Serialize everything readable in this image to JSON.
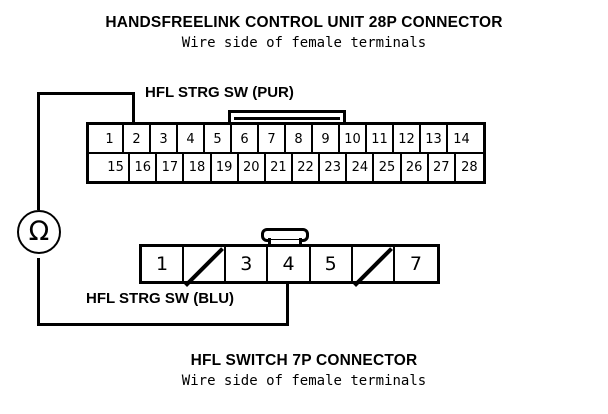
{
  "diagram": {
    "top_title": "HANDSFREELINK CONTROL UNIT 28P CONNECTOR",
    "top_subtitle": "Wire side of female terminals",
    "bottom_title": "HFL SWITCH 7P CONNECTOR",
    "bottom_subtitle": "Wire side of female terminals",
    "stroke_color": "#000000",
    "background_color": "#ffffff"
  },
  "labels": {
    "pur_label": "HFL STRG SW (PUR)",
    "blu_label": "HFL STRG SW (BLU)"
  },
  "meter": {
    "symbol": "Ω",
    "name": "ohmmeter"
  },
  "connector_28p": {
    "name": "HANDSFREELINK CONTROL UNIT 28P CONNECTOR",
    "pin_count": 28,
    "top_row": [
      "1",
      "2",
      "3",
      "4",
      "5",
      "6",
      "7",
      "8",
      "9",
      "10",
      "11",
      "12",
      "13",
      "14"
    ],
    "bottom_row": [
      "15",
      "16",
      "17",
      "18",
      "19",
      "20",
      "21",
      "22",
      "23",
      "24",
      "25",
      "26",
      "27",
      "28"
    ],
    "probed_pin": "2"
  },
  "connector_7p": {
    "name": "HFL SWITCH 7P CONNECTOR",
    "pin_count": 7,
    "cells": [
      {
        "label": "1",
        "blank": false
      },
      {
        "label": "",
        "blank": true
      },
      {
        "label": "3",
        "blank": false
      },
      {
        "label": "4",
        "blank": false
      },
      {
        "label": "5",
        "blank": false
      },
      {
        "label": "",
        "blank": true
      },
      {
        "label": "7",
        "blank": false
      }
    ],
    "probed_pin": "4"
  }
}
